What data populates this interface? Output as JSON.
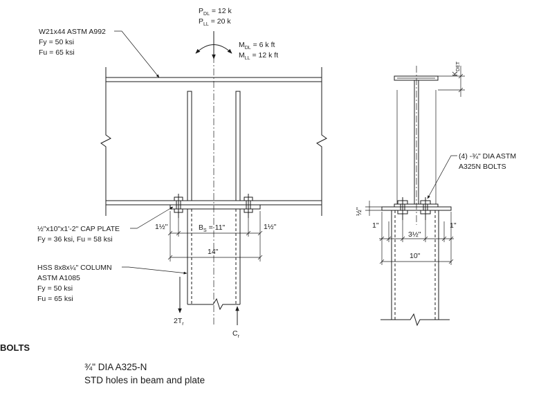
{
  "loads": {
    "p_dl": {
      "sym": "P",
      "sub": "DL",
      "val": " = 12 k"
    },
    "p_ll": {
      "sym": "P",
      "sub": "LL",
      "val": " = 20 k"
    },
    "m_dl": {
      "sym": "M",
      "sub": "DL",
      "val": " = 6 k ft"
    },
    "m_ll": {
      "sym": "M",
      "sub": "LL",
      "val": " = 12 k ft"
    }
  },
  "beam": {
    "name": "W21x44  ASTM A992",
    "fy": "Fy = 50 ksi",
    "fu": "Fu = 65 ksi"
  },
  "cap_plate": {
    "name": "½\"x10\"x1'-2\" CAP PLATE",
    "props": "Fy = 36 ksi, Fu = 58 ksi"
  },
  "column": {
    "name": "HSS 8x8x¼\" COLUMN",
    "spec": "ASTM A1085",
    "fy": "Fy = 50 ksi",
    "fu": "Fu = 65 ksi"
  },
  "dims": {
    "edge_left": "1½\"",
    "edge_right": "1½\"",
    "bs": {
      "sym": "B",
      "sub": "S",
      "val": " = 11\""
    },
    "plate_len": "14\"",
    "side_edge_left": "1\"",
    "side_edge_right": "1\"",
    "bolt_gauge": "3½\"",
    "plate_width": "10\"",
    "plate_thk": "½\"",
    "kdet": {
      "sym": "K",
      "sub": "DET"
    }
  },
  "forces": {
    "tension": {
      "sym": "2T",
      "sub": "r"
    },
    "compression": {
      "sym": "C",
      "sub": "r"
    }
  },
  "bolt_note": {
    "line1": "(4) -¾\" DIA ASTM",
    "line2": "A325N BOLTS"
  },
  "bolts_section": {
    "title": "BOLTS",
    "line1": "¾\" DIA A325-N",
    "line2": "STD holes in beam and plate"
  }
}
